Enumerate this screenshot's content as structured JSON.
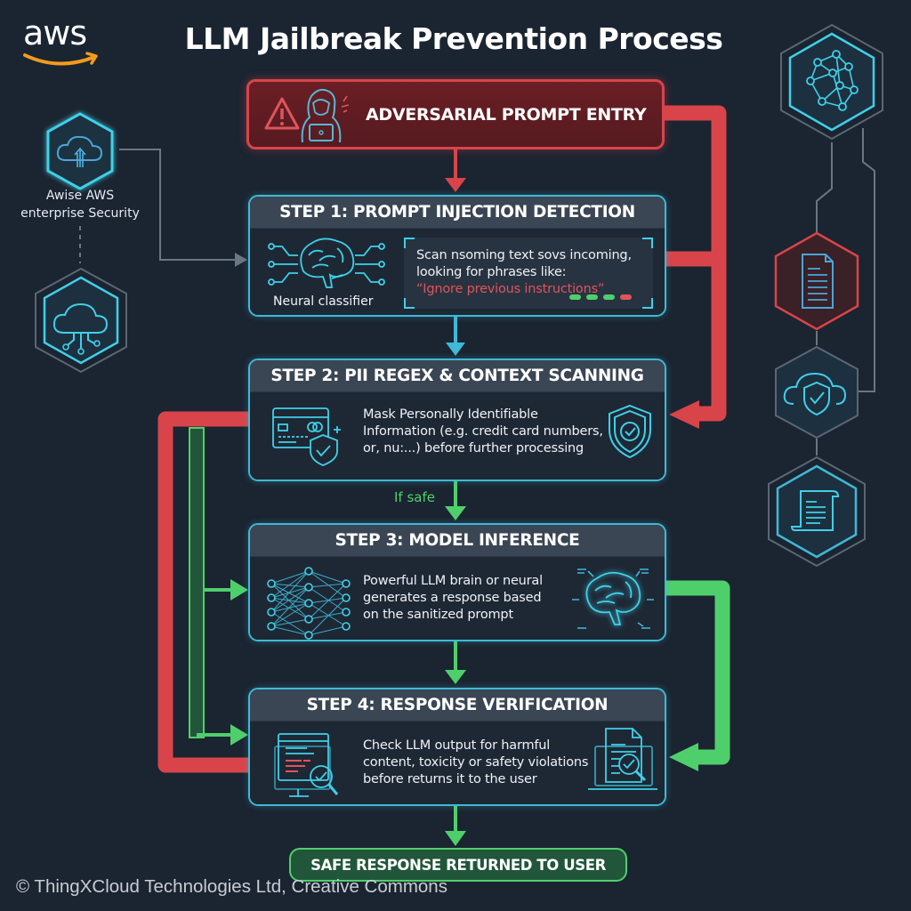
{
  "header": {
    "logo_text": "aws",
    "title": "LLM Jailbreak Prevention Process"
  },
  "entry": {
    "label": "ADVERSARIAL PROMPT ENTRY",
    "icons": [
      "warning-icon",
      "hacker-icon"
    ]
  },
  "steps": [
    {
      "title": "STEP 1: PROMPT INJECTION DETECTION",
      "icon_left": "neural-brain-icon",
      "icon_left_label": "Neural classifier",
      "description_lines": [
        "Scan nsoming text sovs incoming,",
        "looking for phrases like:"
      ],
      "quote": "“Ignore previous instructions”",
      "status_dots": [
        "#4fcf6c",
        "#4fcf6c",
        "#4fcf6c",
        "#e0545b"
      ]
    },
    {
      "title": "STEP 2: PII REGEX & CONTEXT SCANNING",
      "icon_left": "credit-card-shield-icon",
      "icon_right": "shield-check-icon",
      "description_lines": [
        "Mask Personally Identifiable",
        "Information (e.g. credit card numbers,",
        "or, nu:...) before further processing"
      ]
    },
    {
      "title": "STEP 3: MODEL INFERENCE",
      "icon_left": "neural-network-icon",
      "icon_right": "glowing-brain-icon",
      "description_lines": [
        "Powerful LLM brain or neural",
        "generates a response based",
        "on the sanitized prompt"
      ]
    },
    {
      "title": "STEP 4: RESPONSE VERIFICATION",
      "icon_left": "monitor-magnifier-icon",
      "icon_right": "document-magnifier-icon",
      "description_lines": [
        "Check LLM output for harmful",
        "content, toxicity or safety violations",
        "before returns it to the user"
      ]
    }
  ],
  "connectors": {
    "if_safe_label": "If safe"
  },
  "final": {
    "label": "SAFE RESPONSE RETURNED TO USER"
  },
  "sidebar_left": {
    "label_line1": "Awise AWS",
    "label_line2": "enterprise Security",
    "icons": [
      "cloud-upload-icon",
      "cloud-network-icon"
    ]
  },
  "sidebar_right": {
    "icons": [
      "network-graph-icon",
      "document-icon",
      "cloud-shield-icon",
      "scroll-icon"
    ]
  },
  "footer": {
    "copyright": "© ThingXCloud Technologies Ltd, Creative Commons"
  },
  "colors": {
    "background": "#1b2431",
    "danger": "#d9444a",
    "safe": "#4fcf6c",
    "accent": "#3fb9d6",
    "aws_orange": "#f29b1c"
  }
}
